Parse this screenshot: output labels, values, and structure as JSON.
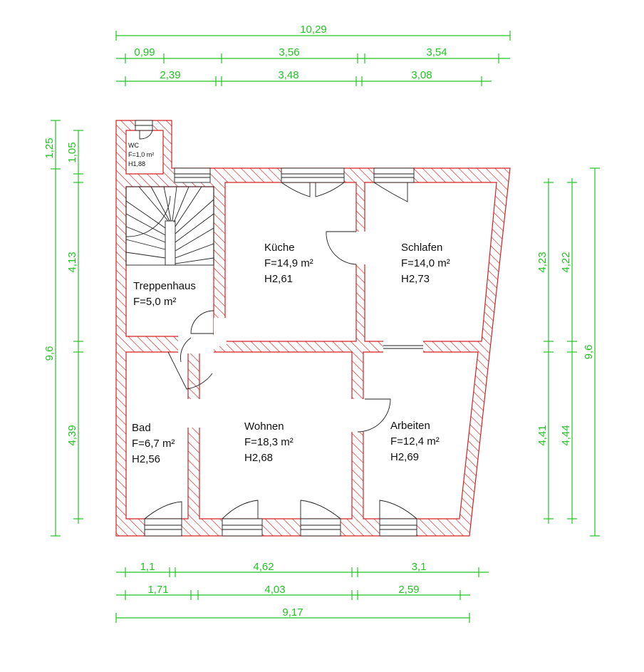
{
  "colors": {
    "wall_hatch": "#d42020",
    "dimension": "#22c422",
    "text": "#111111",
    "background": "#ffffff"
  },
  "dimensions": {
    "top_total": "10,29",
    "top_row1": [
      "0,99",
      "3,56",
      "3,54"
    ],
    "top_row2": [
      "2,39",
      "3,48",
      "3,08"
    ],
    "bottom_row1": [
      "1,1",
      "4,62",
      "3,1"
    ],
    "bottom_row2": [
      "1,71",
      "4,03",
      "2,59"
    ],
    "bottom_total": "9,17",
    "left_outer_top": "1,25",
    "left_inner_top": "1,05",
    "left_inner_mid": "4,13",
    "left_inner_low": "4,39",
    "left_total": "9,6",
    "right_outer_top": "4,23",
    "right_inner_top": "4,22",
    "right_outer_low": "4,41",
    "right_inner_low": "4,44",
    "right_total": "9,6"
  },
  "rooms": {
    "wc": {
      "name": "WC",
      "area": "F=1,0 m²",
      "height": "H1,88"
    },
    "treppenhaus": {
      "name": "Treppenhaus",
      "area": "F=5,0 m²"
    },
    "kueche": {
      "name": "Küche",
      "area": "F=14,9 m²",
      "height": "H2,61"
    },
    "schlafen": {
      "name": "Schlafen",
      "area": "F=14,0 m²",
      "height": "H2,73"
    },
    "bad": {
      "name": "Bad",
      "area": "F=6,7 m²",
      "height": "H2,56"
    },
    "wohnen": {
      "name": "Wohnen",
      "area": "F=18,3 m²",
      "height": "H2,68"
    },
    "arbeiten": {
      "name": "Arbeiten",
      "area": "F=12,4 m²",
      "height": "H2,69"
    }
  }
}
